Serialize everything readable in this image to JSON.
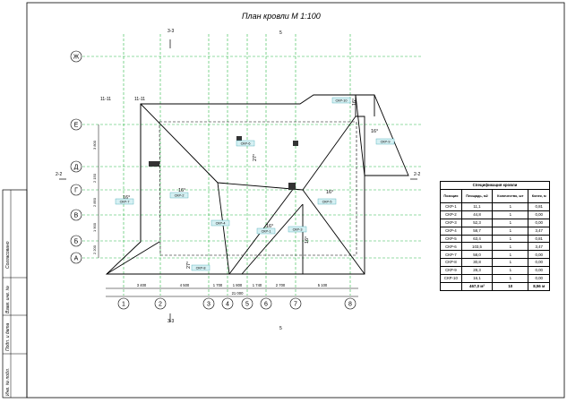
{
  "title": "План кровли М 1:100",
  "axes_letters": [
    "Ж",
    "Е",
    "Д",
    "Г",
    "В",
    "Б",
    "А"
  ],
  "axes_numbers": [
    "1",
    "2",
    "3",
    "4",
    "5",
    "6",
    "7",
    "8"
  ],
  "dimensions_bottom": [
    "3 400",
    "4 500",
    "1 700",
    "1 800",
    "1 740",
    "2 700",
    "5 100"
  ],
  "dimension_total": "21 000",
  "dimensions_left": [
    "3 800",
    "2 150",
    "2 850",
    "1 900",
    "2 200"
  ],
  "section_marks": {
    "s33": "3-3",
    "s22": "2-2",
    "s11": "11-11",
    "s5": "5"
  },
  "slopes": [
    "16°",
    "16°",
    "27°",
    "16°",
    "27°",
    "16°",
    "16°",
    "16°",
    "16°"
  ],
  "roof_labels": [
    "СКР-1",
    "СКР-2",
    "СКР-3",
    "СКР-4",
    "СКР-5",
    "СКР-6",
    "СКР-7",
    "СКР-8",
    "СКР-9",
    "СКР-10"
  ],
  "spec": {
    "caption": "Спецификация кровли",
    "headers": [
      "Позиция",
      "Площадь, м2",
      "Количество, шт",
      "Конек, м"
    ],
    "rows": [
      [
        "СКР-1",
        "11,1",
        "1",
        "0,81"
      ],
      [
        "СКР-2",
        "44,8",
        "1",
        "0,00"
      ],
      [
        "СКР-3",
        "52,3",
        "1",
        "0,00"
      ],
      [
        "СКР-4",
        "58,7",
        "1",
        "3,47"
      ],
      [
        "СКР-5",
        "63,4",
        "1",
        "0,81"
      ],
      [
        "СКР-6",
        "103,5",
        "1",
        "3,47"
      ],
      [
        "СКР-7",
        "58,0",
        "1",
        "0,00"
      ],
      [
        "СКР-8",
        "30,8",
        "1",
        "0,00"
      ],
      [
        "СКР-9",
        "28,3",
        "1",
        "0,00"
      ],
      [
        "СКР-10",
        "16,1",
        "1",
        "0,00"
      ]
    ],
    "total": [
      "",
      "467,0 м²",
      "10",
      "8,56 м"
    ]
  },
  "stamp": [
    "Согласовано",
    "Взам. инв. №",
    "Подп. и дата",
    "Инв. № подл."
  ]
}
